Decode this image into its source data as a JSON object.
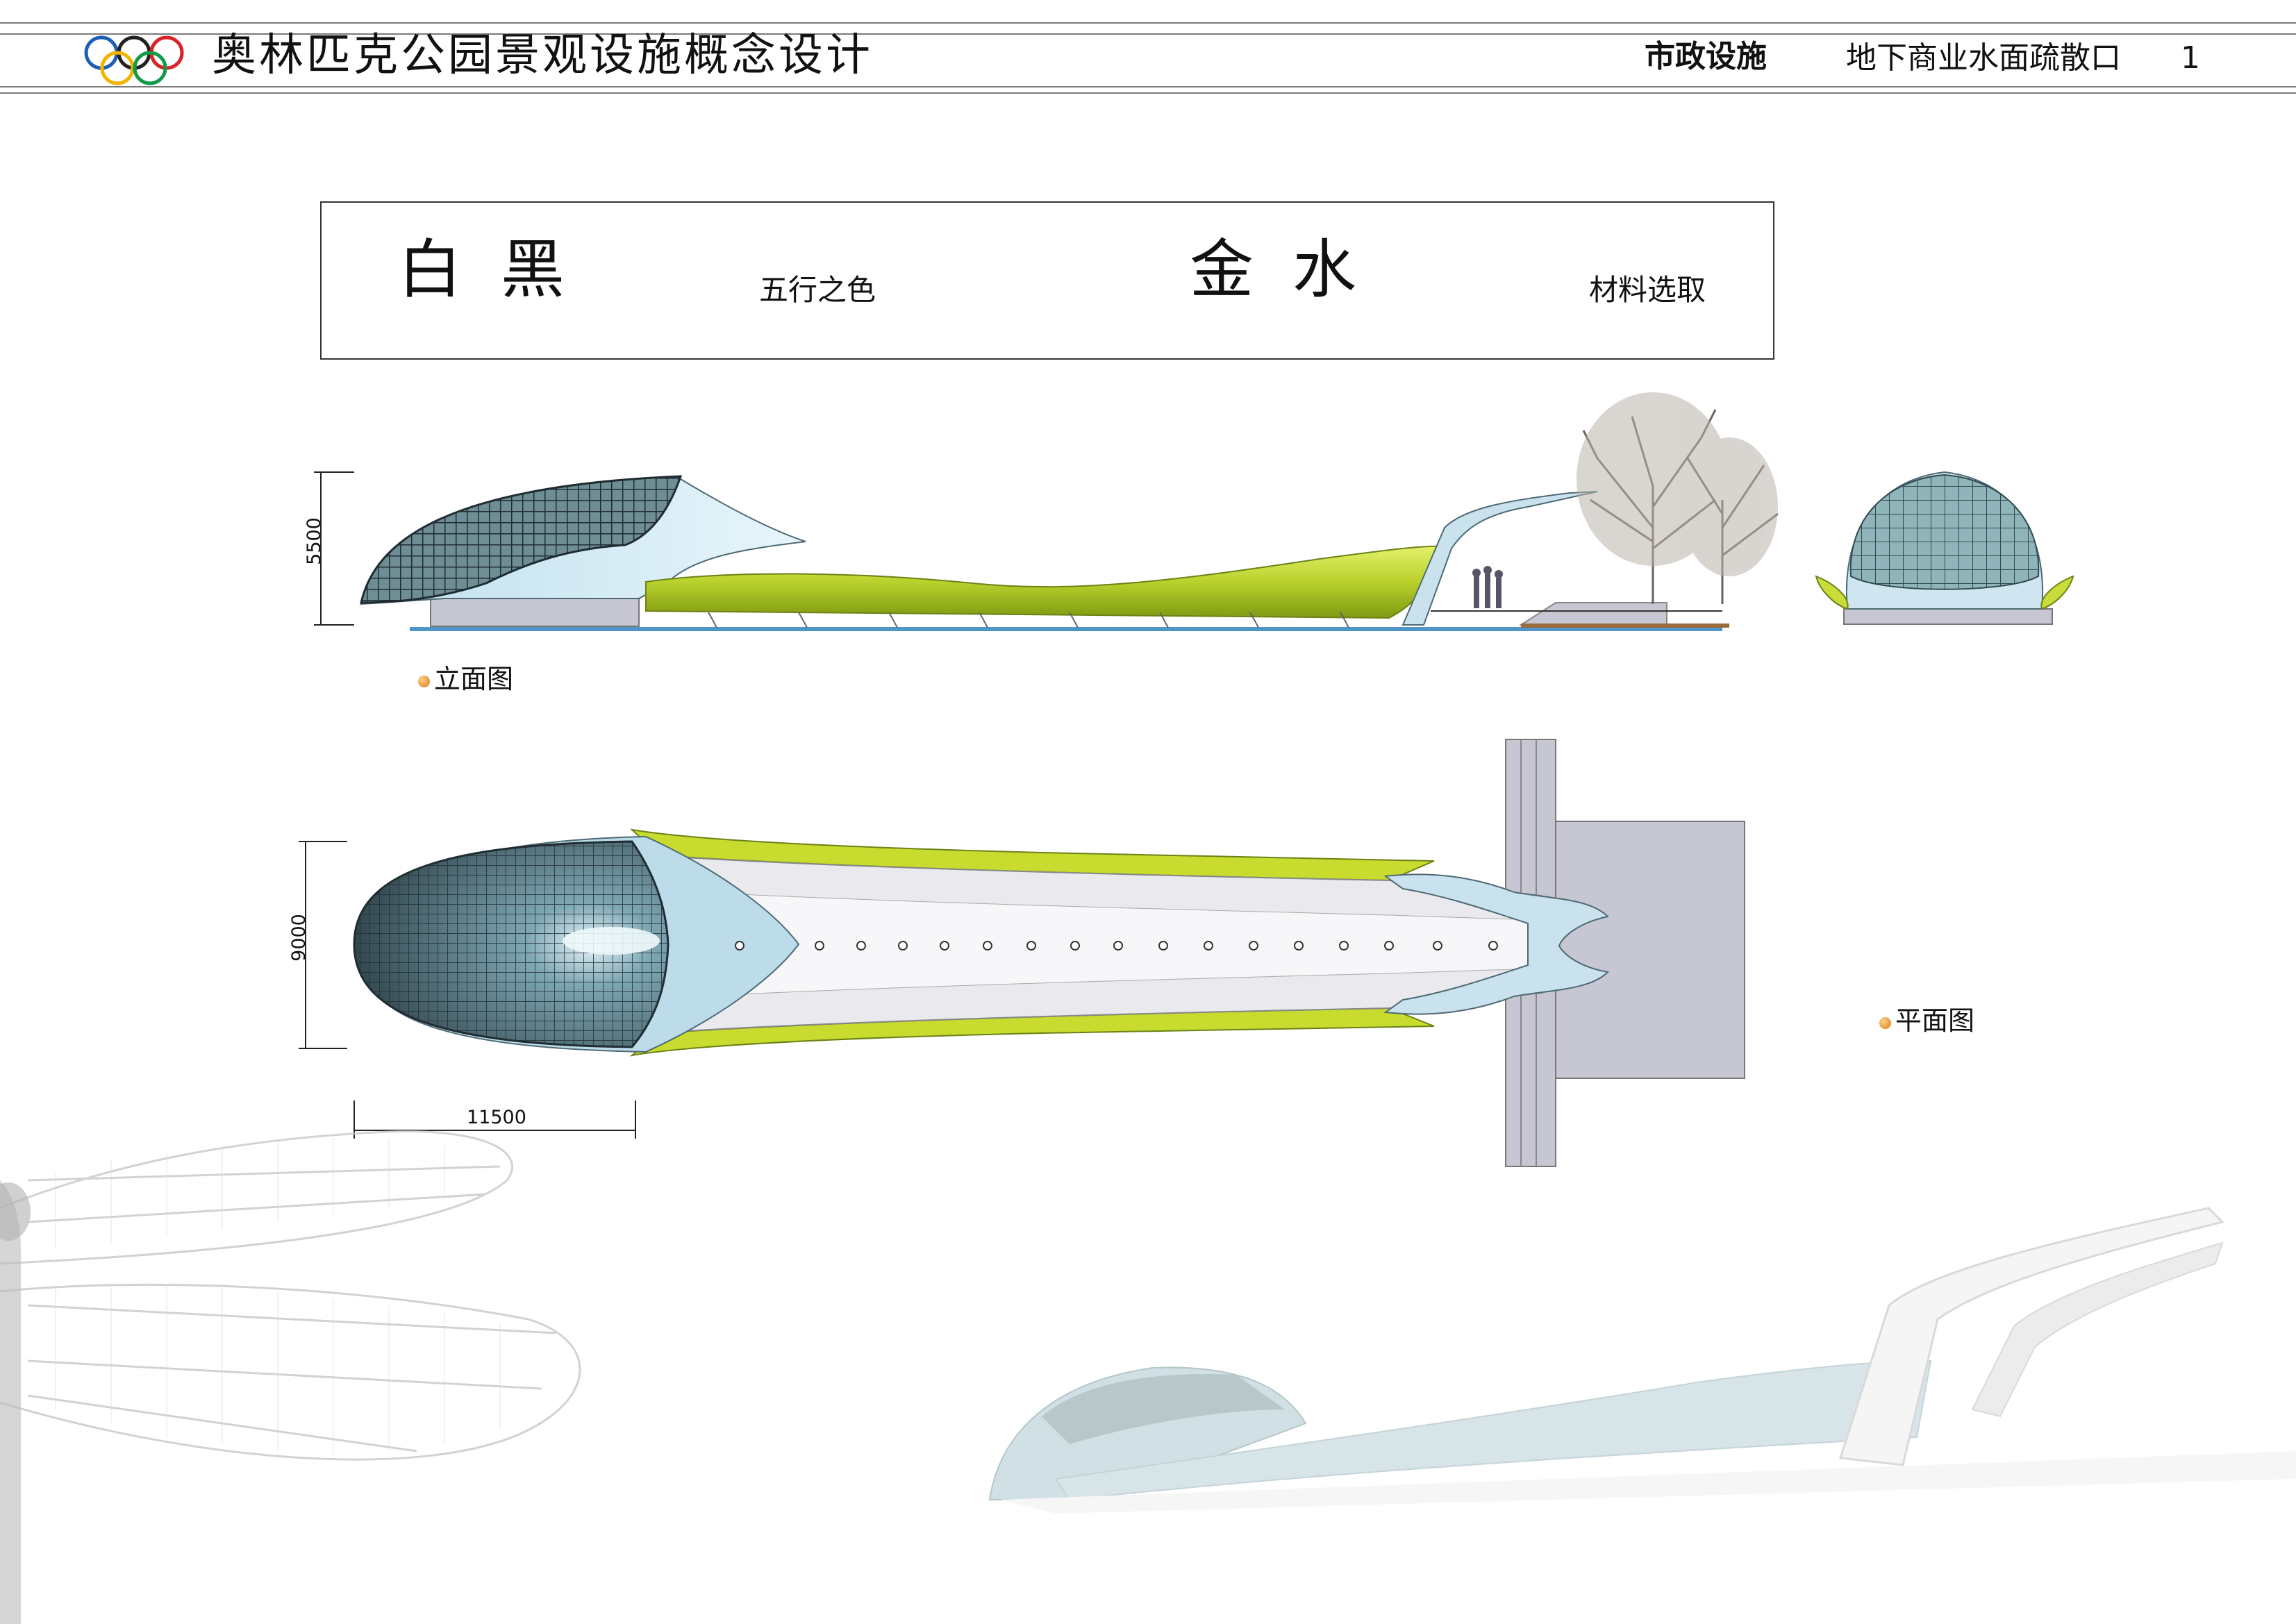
{
  "header": {
    "title": "奥林匹克公园景观设施概念设计",
    "category": "市政设施",
    "subtitle": "地下商业水面疏散口",
    "page_number": "1",
    "logo": "olympic-rings"
  },
  "title_box": {
    "left_big": "白黑",
    "left_small": "五行之色",
    "right_big": "金水",
    "right_small": "材料选取"
  },
  "elevation": {
    "caption": "立面图",
    "height_dim": "5500"
  },
  "plan": {
    "caption": "平面图",
    "width_dim": "9000",
    "length_dim": "11500"
  },
  "colors": {
    "lime": "#b9d12c",
    "glass": "#c9e2ee",
    "water": "#4f95c8",
    "dome": "#5e7f86",
    "slab": "#c6c7d2"
  }
}
